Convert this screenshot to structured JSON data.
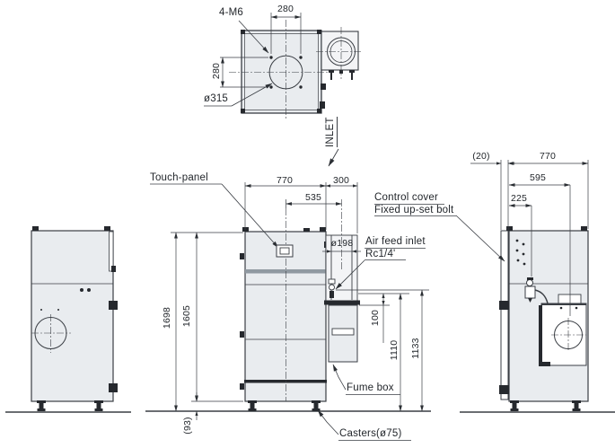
{
  "drawing_type": "fume-extractor-dimensional-drawing",
  "views": {
    "top": {
      "dim_width": "280",
      "dim_height": "280",
      "bolt_label": "4-M6",
      "circle_label": "ø315",
      "inlet_label": "INLET"
    },
    "front": {
      "width": "770",
      "inlet_width": "300",
      "inlet_offset": "535",
      "duct_dia": "ø198",
      "total_height": "1698",
      "body_height": "1605",
      "caster_height": "(93)",
      "fume_gap": "100",
      "h1110": "1110",
      "h1133": "1133",
      "touch_panel": "Touch-panel",
      "air_feed_inlet": "Air feed inlet",
      "air_feed_thread": "Rc1/4'",
      "fume_box": "Fume box",
      "casters": "Casters(ø75)"
    },
    "side": {
      "cover_thickness": "(20)",
      "width": "770",
      "d595": "595",
      "d225": "225",
      "control_cover": "Control cover",
      "fixed_bolt": "Fixed up-set bolt"
    }
  },
  "colors": {
    "line": "#3a3e44",
    "dark": "#26292e",
    "panel_fill": "#e9ecef",
    "chamber_fill": "#f3f4f6",
    "band": "#9099a1",
    "text": "#22262b"
  }
}
